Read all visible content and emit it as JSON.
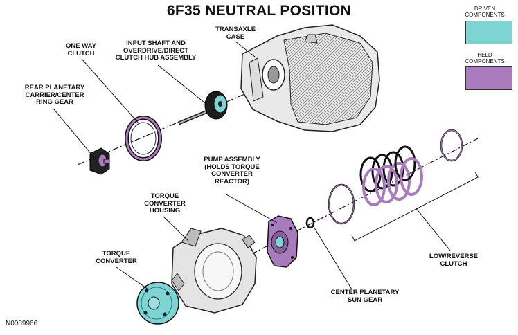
{
  "title": "6F35 NEUTRAL POSITION",
  "figure_id": "N0089966",
  "legend": {
    "driven_label": "DRIVEN\nCOMPONENTS",
    "held_label": "HELD\nCOMPONENTS",
    "driven_color": "#7ed3d3",
    "held_color": "#a97bbd"
  },
  "labels": {
    "one_way_clutch": "ONE WAY\nCLUTCH",
    "input_shaft": "INPUT SHAFT AND\nOVERDRIVE/DIRECT\nCLUTCH HUB ASSEMBLY",
    "transaxle_case": "TRANSAXLE\nCASE",
    "rear_planetary": "REAR PLANETARY\nCARRIER/CENTER\nRING GEAR",
    "pump_assembly": "PUMP ASSEMBLY\n(HOLDS TORQUE\nCONVERTER\nREACTOR)",
    "torque_converter_housing": "TORQUE\nCONVERTER\nHOUSING",
    "torque_converter": "TORQUE\nCONVERTER",
    "low_reverse_clutch": "LOW/REVERSE\nCLUTCH",
    "center_planetary": "CENTER PLANETARY\nSUN GEAR"
  }
}
